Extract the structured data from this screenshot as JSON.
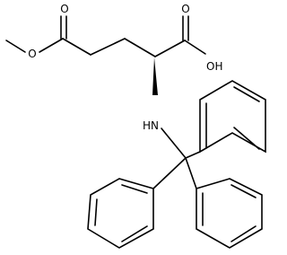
{
  "molecule": {
    "atom_labels": {
      "ester_carbonyl_oxygen": "O",
      "ester_oxygen": "O",
      "acid_carbonyl_oxygen": "O",
      "hydroxyl": "OH",
      "amine": "HN"
    }
  },
  "colors": {
    "background": "#ffffff",
    "line": "#000000"
  }
}
